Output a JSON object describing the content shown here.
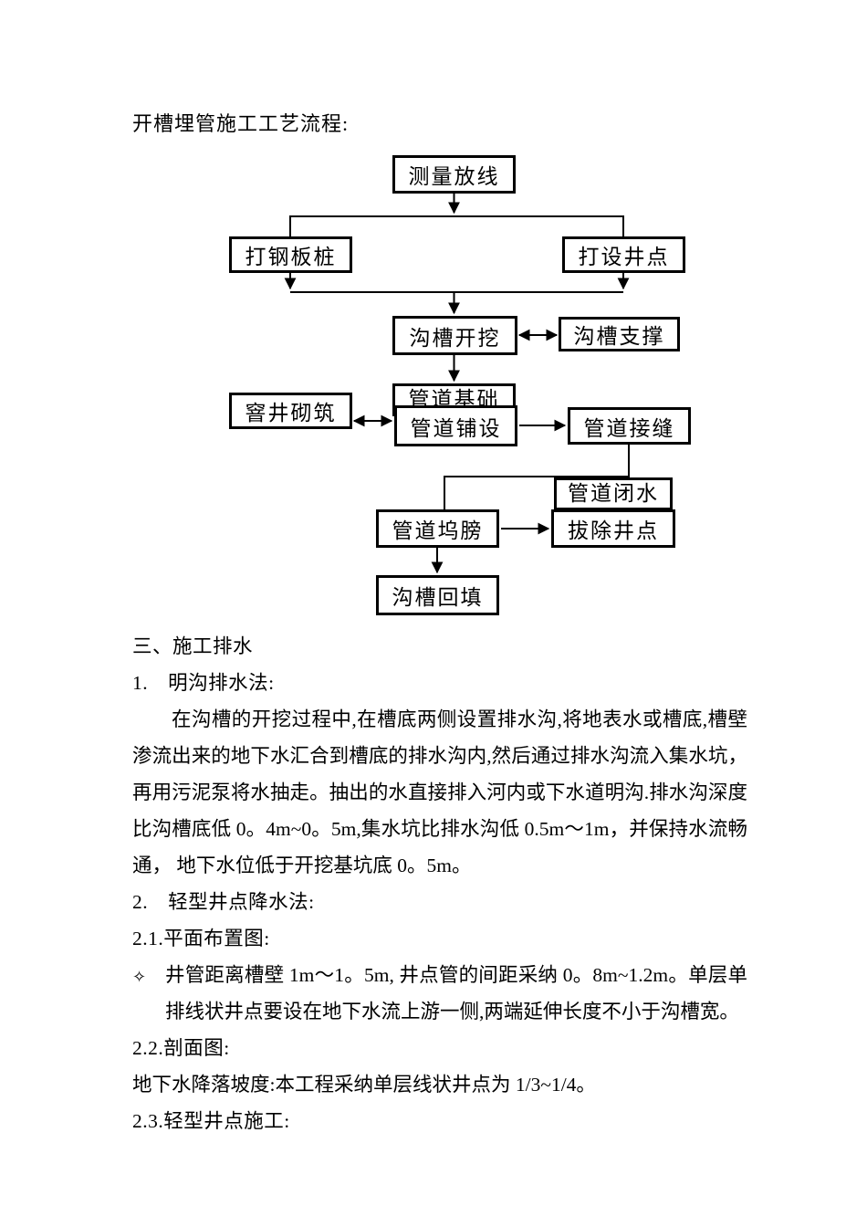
{
  "doc": {
    "title": "开槽埋管施工工艺流程:"
  },
  "flowchart": {
    "nodes": {
      "survey": "测量放线",
      "steel_pile": "打钢板桩",
      "well_point": "打设井点",
      "excavation": "沟槽开挖",
      "support": "沟槽支撑",
      "foundation": "管道基础",
      "laying": "管道铺设",
      "manhole": "窨井砌筑",
      "joint": "管道接缝",
      "water_test": "管道闭水",
      "remove_well": "拔除井点",
      "haunch": "管道坞膀",
      "backfill": "沟槽回填"
    },
    "edges": [
      {
        "from": "测量放线",
        "to": "打钢板桩",
        "type": "arrow"
      },
      {
        "from": "测量放线",
        "to": "打设井点",
        "type": "arrow"
      },
      {
        "from": "打钢板桩",
        "to": "沟槽开挖",
        "type": "arrow"
      },
      {
        "from": "打设井点",
        "to": "沟槽开挖",
        "type": "arrow"
      },
      {
        "from": "沟槽开挖",
        "to": "沟槽支撑",
        "type": "bidirectional"
      },
      {
        "from": "沟槽开挖",
        "to": "管道基础",
        "type": "arrow"
      },
      {
        "from": "窨井砌筑",
        "to": "管道铺设",
        "type": "bidirectional"
      },
      {
        "from": "管道铺设",
        "to": "管道接缝",
        "type": "arrow"
      },
      {
        "from": "管道接缝",
        "to": "管道闭水",
        "type": "line"
      },
      {
        "from": "管道接缝",
        "to": "管道坞膀",
        "type": "line"
      },
      {
        "from": "管道坞膀",
        "to": "拔除井点",
        "type": "arrow"
      },
      {
        "from": "管道坞膀",
        "to": "沟槽回填",
        "type": "arrow"
      }
    ]
  },
  "body": {
    "section3_heading": "三、施工排水",
    "item1_heading": "1.　明沟排水法:",
    "para1": "在沟槽的开挖过程中,在槽底两侧设置排水沟,将地表水或槽底,槽壁渗流出来的地下水汇合到槽底的排水沟内,然后通过排水沟流入集水坑， 再用污泥泵将水抽走。抽出的水直接排入河内或下水道明沟.排水沟深度比沟槽底低 0。4m~0。5m,集水坑比排水沟低 0.5m～1m，并保持水流畅通， 地下水位低于开挖基坑底 0。5m。",
    "item2_heading": "2.　轻型井点降水法:",
    "item21_heading": "2.1.平面布置图:",
    "bullet_marker": "✧",
    "bullet1": "井管距离槽壁 1m～1。5m, 井点管的间距采纳 0。8m~1.2m。单层单排线状井点要设在地下水流上游一侧,两端延伸长度不小于沟槽宽。",
    "item22_heading": "2.2.剖面图:",
    "para22": "地下水降落坡度:本工程采纳单层线状井点为 1/3~1/4。",
    "item23_heading": "2.3.轻型井点施工:"
  }
}
